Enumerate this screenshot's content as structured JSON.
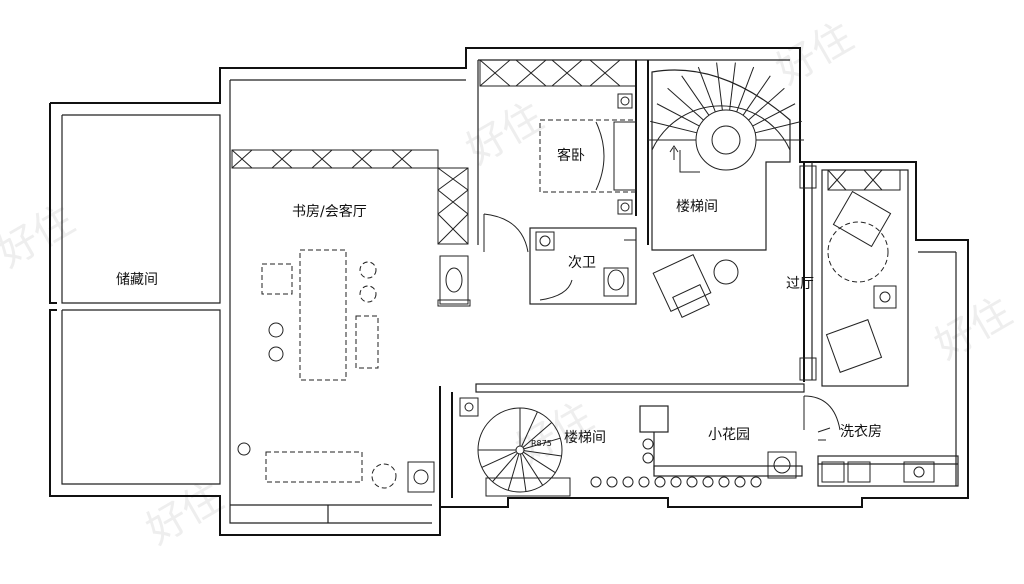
{
  "rooms": {
    "storage": "储藏间",
    "study": "书房/会客厅",
    "guest_bedroom": "客卧",
    "bathroom": "次卫",
    "stair_top": "楼梯间",
    "stair_bottom": "楼梯间",
    "hall": "过厅",
    "garden": "小花园",
    "laundry": "洗衣房"
  },
  "annotations": {
    "spiral_radius": "R875"
  },
  "watermark": "好住"
}
